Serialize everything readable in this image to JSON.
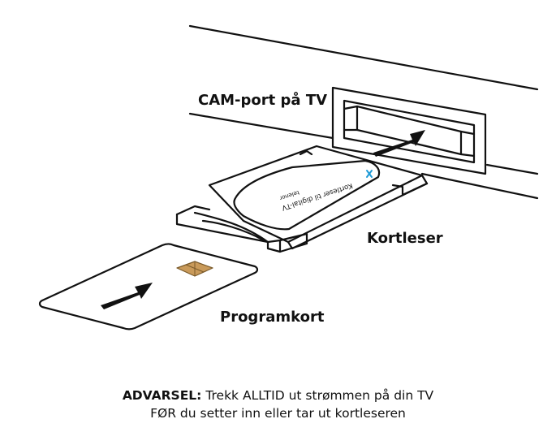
{
  "labels": {
    "cam_port": "CAM-port på TV",
    "card_reader": "Kortleser",
    "program_card": "Programkort"
  },
  "module_print": {
    "line1": "Kortleser til digital-TV",
    "line2": "telenor"
  },
  "warning": {
    "prefix": "ADVARSEL:",
    "line1": "Trekk ALLTID ut strømmen på din TV",
    "line2": "FØR du setter inn eller tar ut kortleseren"
  },
  "colors": {
    "outline": "#111111",
    "background": "#ffffff",
    "chip": "#c99a5a",
    "brand_accent": "#1f9bd7"
  },
  "icons": {
    "insert_arrow_tv": "arrow-up-right",
    "insert_arrow_card": "arrow-up-right"
  }
}
